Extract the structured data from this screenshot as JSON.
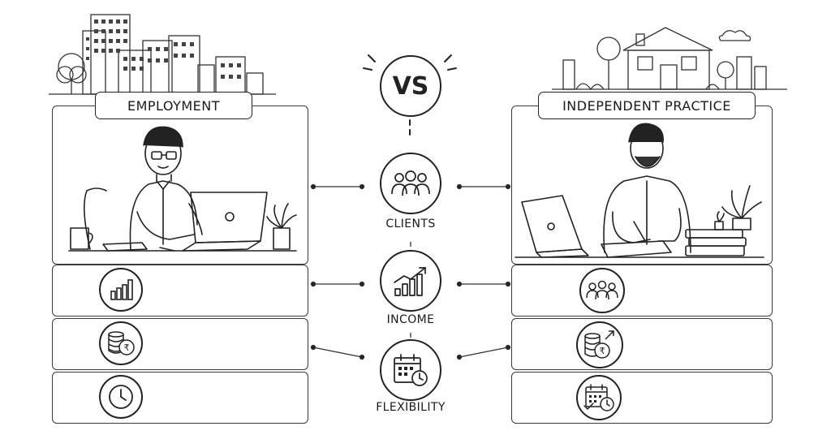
{
  "left": {
    "title": "EMPLOYMENT"
  },
  "right": {
    "title": "INDEPENDENT PRACTICE"
  },
  "center": {
    "vs": "VS",
    "criteria": [
      {
        "label": "CLIENTS",
        "icon": "people-group-icon"
      },
      {
        "label": "INCOME",
        "icon": "growth-chart-icon"
      },
      {
        "label": "FLEXIBILITY",
        "icon": "calendar-clock-icon"
      }
    ]
  },
  "left_rows": [
    "bar-chart-icon",
    "coins-rupee-icon",
    "clock-icon"
  ],
  "right_rows": [
    "people-group-icon",
    "coins-rupee-growth-icon",
    "calendar-clock-check-icon"
  ],
  "colors": {
    "ink": "#222222",
    "paper": "#ffffff"
  }
}
